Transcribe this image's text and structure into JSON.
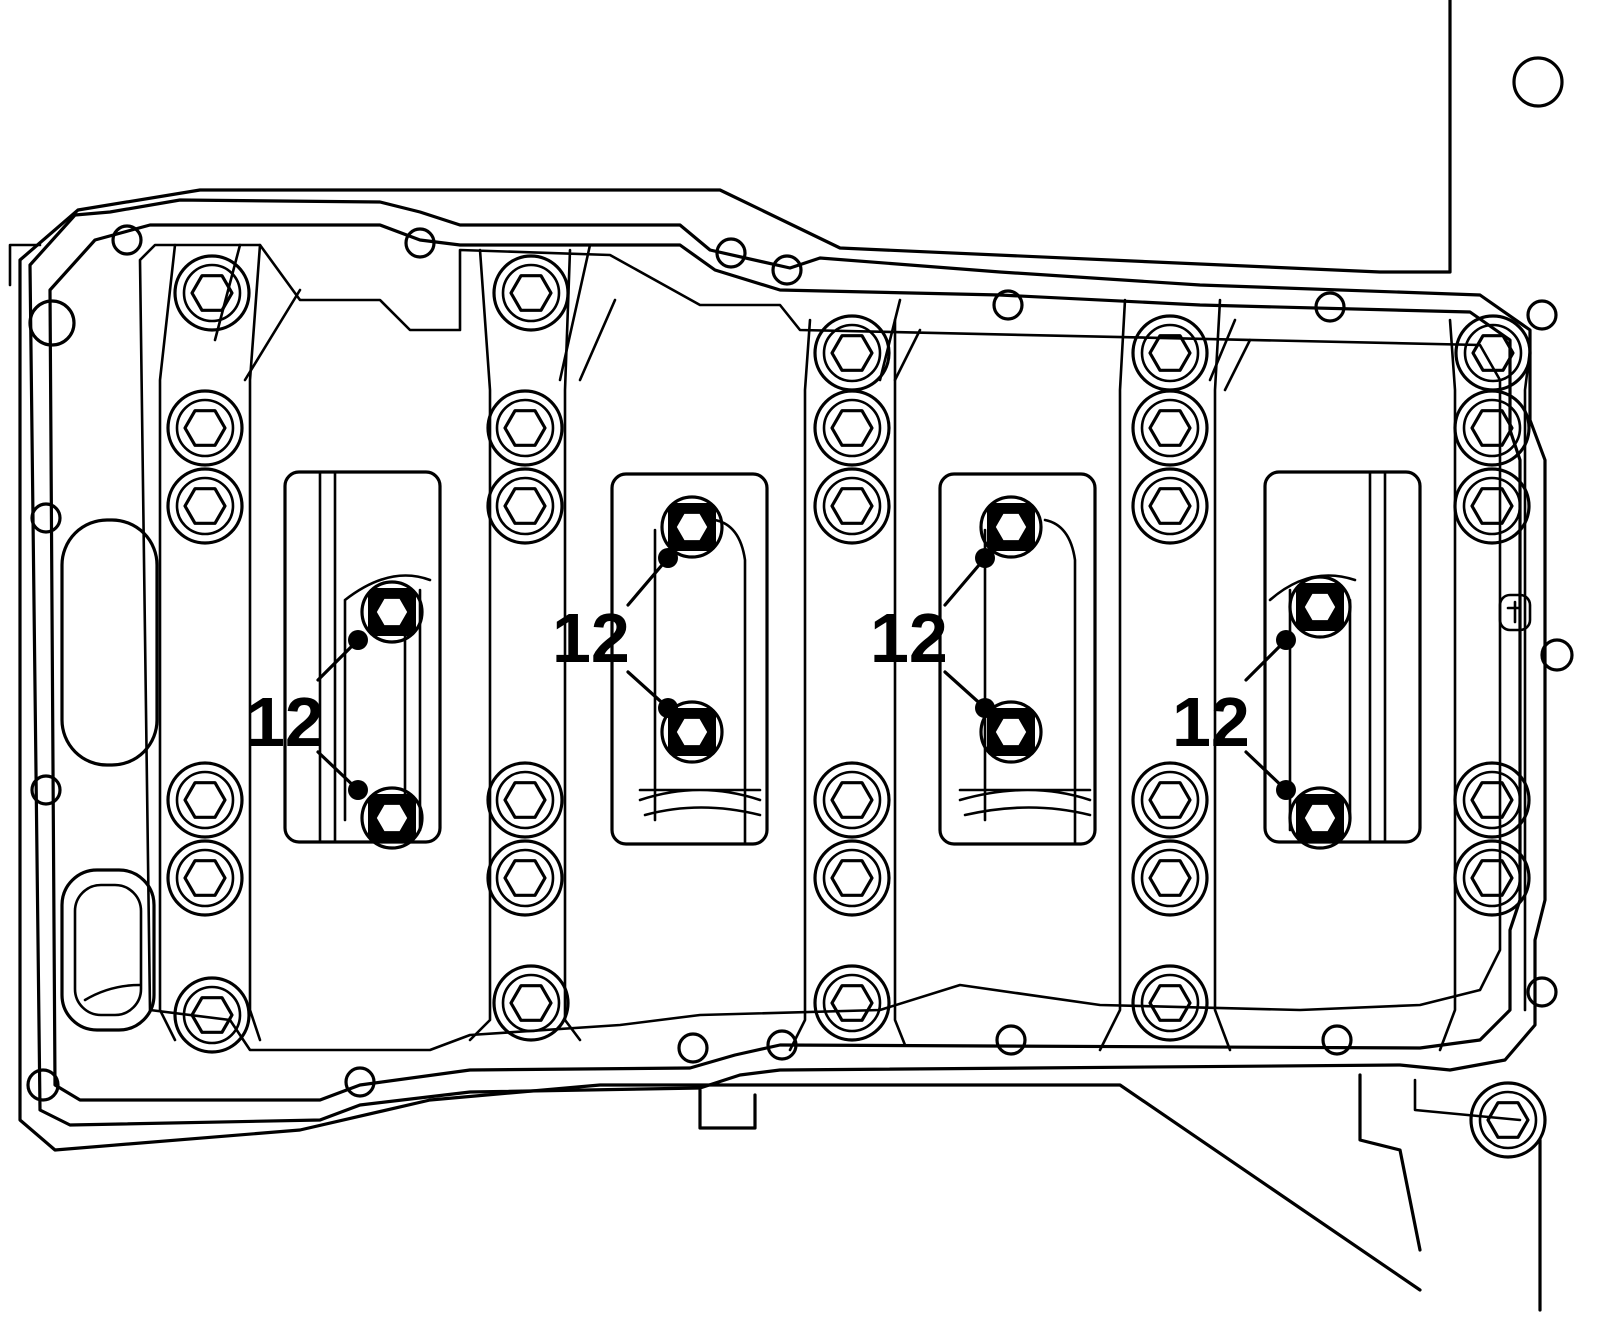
{
  "callouts": [
    {
      "id": "bearing-cap-1",
      "label": "12"
    },
    {
      "id": "bearing-cap-2",
      "label": "12"
    },
    {
      "id": "bearing-cap-3",
      "label": "12"
    },
    {
      "id": "bearing-cap-4",
      "label": "12"
    }
  ],
  "colors": {
    "line": "#000000",
    "background": "#ffffff"
  }
}
